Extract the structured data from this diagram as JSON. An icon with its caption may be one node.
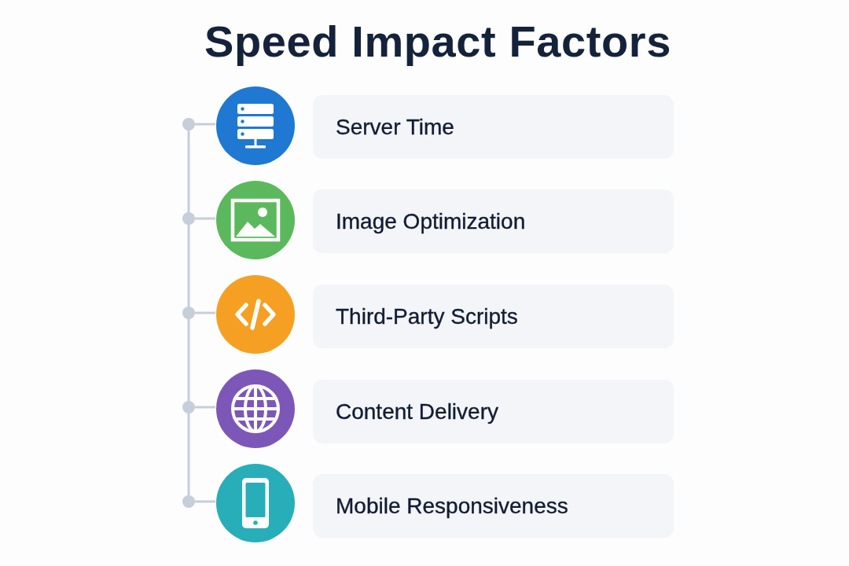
{
  "diagram": {
    "title": "Speed Impact Factors",
    "nodes": [
      {
        "text": [
          "Server Time"
        ]
      },
      {
        "text": [
          "Image Optimization"
        ]
      },
      {
        "text": [
          "Third-Party Scripts"
        ]
      },
      {
        "text": [
          "Content Delivery"
        ]
      },
      {
        "text": [
          "Mobile Responsiveness"
        ]
      }
    ]
  }
}
